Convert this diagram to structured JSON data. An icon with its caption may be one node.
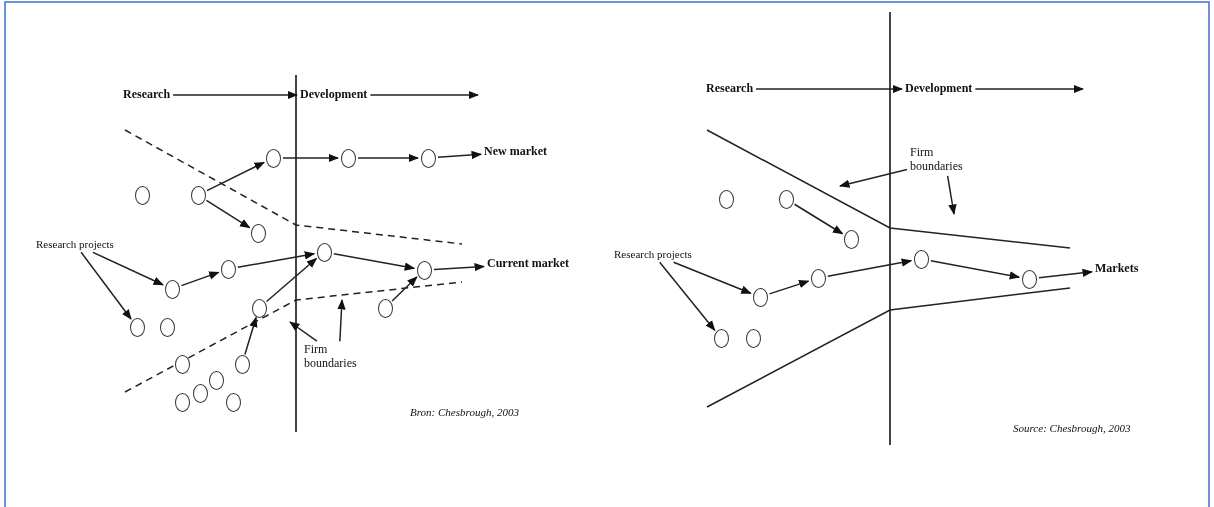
{
  "diagram": {
    "nodes": [
      {
        "text": [
          "Research"
        ]
      },
      {
        "text": [
          "Development"
        ]
      },
      {
        "text": [
          "New market"
        ]
      },
      {
        "text": [
          "Research projects"
        ]
      },
      {
        "text": [
          "Current market"
        ]
      },
      {
        "text": [
          "Firm boundaries"
        ]
      },
      {
        "text": [],
        "shape": "circle"
      },
      {
        "text": [],
        "shape": "circle"
      },
      {
        "text": [],
        "shape": "circle"
      },
      {
        "text": [],
        "shape": "circle"
      },
      {
        "text": [],
        "shape": "circle"
      },
      {
        "text": [],
        "shape": "circle"
      },
      {
        "text": [],
        "shape": "circle"
      },
      {
        "text": [],
        "shape": "circle"
      },
      {
        "text": [],
        "shape": "circle"
      },
      {
        "text": [],
        "shape": "circle"
      },
      {
        "text": [],
        "shape": "circle"
      },
      {
        "text": [],
        "shape": "circle"
      },
      {
        "text": [],
        "shape": "circle"
      },
      {
        "text": [],
        "shape": "circle"
      },
      {
        "text": [],
        "shape": "circle"
      },
      {
        "text": [],
        "shape": "circle"
      },
      {
        "text": [],
        "shape": "circle"
      },
      {
        "text": [],
        "shape": "circle"
      },
      {
        "text": [],
        "shape": "circle"
      },
      {
        "text": [],
        "shape": "circle"
      },
      {
        "text": [
          "Research"
        ]
      },
      {
        "text": [
          "Development"
        ]
      },
      {
        "text": [
          "Firm boundaries"
        ]
      },
      {
        "text": [
          "Research projects"
        ]
      },
      {
        "text": [
          "Markets"
        ]
      },
      {
        "text": [],
        "shape": "circle"
      },
      {
        "text": [],
        "shape": "circle"
      },
      {
        "text": [],
        "shape": "circle"
      },
      {
        "text": [],
        "shape": "circle"
      },
      {
        "text": [],
        "shape": "circle"
      },
      {
        "text": [],
        "shape": "circle"
      },
      {
        "text": [],
        "shape": "circle"
      },
      {
        "text": [],
        "shape": "circle"
      },
      {
        "text": [],
        "shape": "circle"
      }
    ],
    "edges": [
      {
        "from": 0,
        "to": 1,
        "arrow": "to"
      },
      {
        "from": 1,
        "to": null,
        "arrow": "to"
      },
      {
        "from": 10,
        "to": 6,
        "arrow": "to"
      },
      {
        "from": 6,
        "to": 7,
        "arrow": "to"
      },
      {
        "from": 7,
        "to": 8,
        "arrow": "to"
      },
      {
        "from": 8,
        "to": 2,
        "arrow": "to"
      },
      {
        "from": 10,
        "to": 11,
        "arrow": "to"
      },
      {
        "from": 3,
        "to": 14,
        "arrow": "to"
      },
      {
        "from": 3,
        "to": 18,
        "arrow": "to"
      },
      {
        "from": 14,
        "to": 13,
        "arrow": "to"
      },
      {
        "from": 13,
        "to": 12,
        "arrow": "to"
      },
      {
        "from": 16,
        "to": 12,
        "arrow": "to"
      },
      {
        "from": 21,
        "to": 16,
        "arrow": "to"
      },
      {
        "from": 12,
        "to": 15,
        "arrow": "to"
      },
      {
        "from": 15,
        "to": 4,
        "arrow": "to"
      },
      {
        "from": 17,
        "to": 15,
        "arrow": "to"
      },
      {
        "from": 5,
        "to": null,
        "arrow": "to"
      },
      {
        "from": 5,
        "to": null,
        "arrow": "to"
      },
      {
        "from": 26,
        "to": 27,
        "arrow": "to"
      },
      {
        "from": 27,
        "to": null,
        "arrow": "to"
      },
      {
        "from": 32,
        "to": 33,
        "arrow": "to"
      },
      {
        "from": 29,
        "to": 35,
        "arrow": "to"
      },
      {
        "from": 29,
        "to": 38,
        "arrow": "to"
      },
      {
        "from": 35,
        "to": 34,
        "arrow": "to"
      },
      {
        "from": 34,
        "to": 36,
        "arrow": "to"
      },
      {
        "from": 36,
        "to": 37,
        "arrow": "to"
      },
      {
        "from": 37,
        "to": 30,
        "arrow": "to"
      },
      {
        "from": 28,
        "to": null,
        "arrow": "to"
      },
      {
        "from": 28,
        "to": null,
        "arrow": "to"
      }
    ],
    "labels": [
      "Bron: Chesbrough, 2003",
      "Source: Chesbrough, 2003"
    ]
  }
}
